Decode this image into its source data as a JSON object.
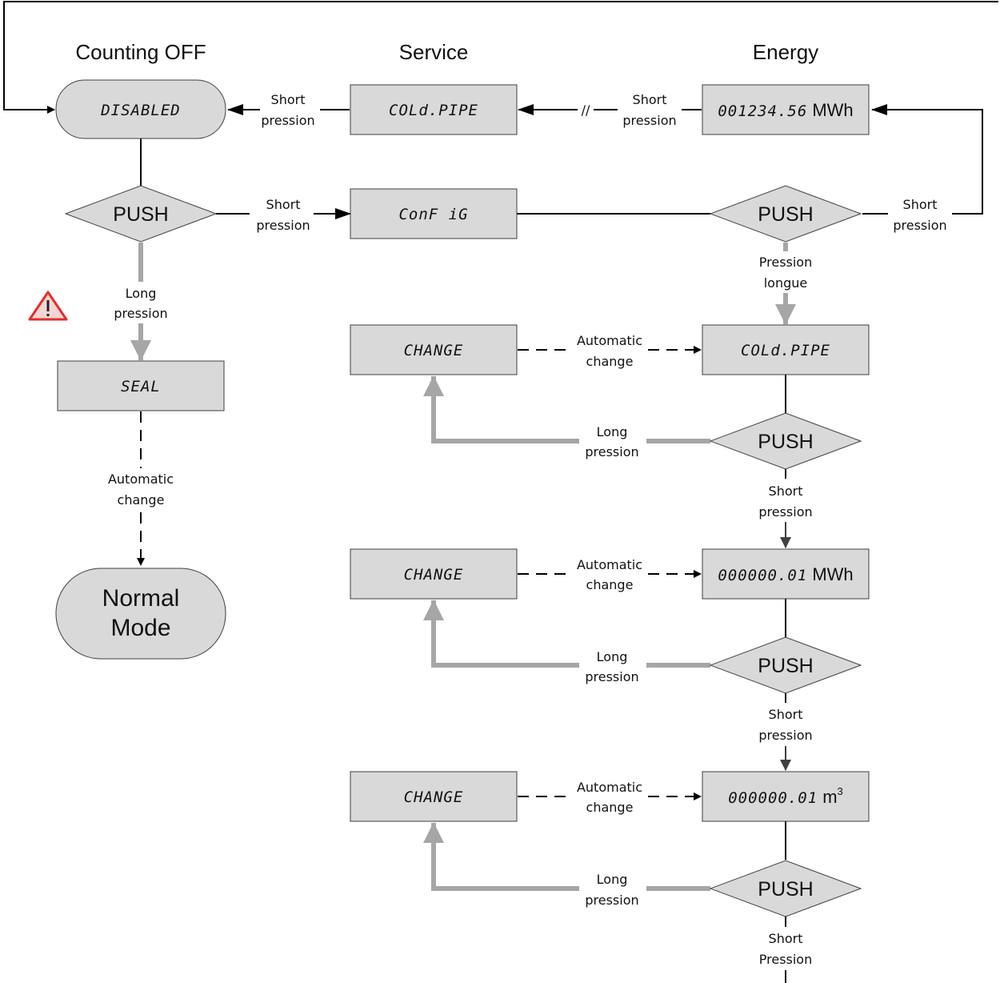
{
  "headers": {
    "counting_off": "Counting OFF",
    "service": "Service",
    "energy": "Energy"
  },
  "states": {
    "disabled": "DISABLED",
    "cold_pipe_service": "COLd.PIPE",
    "energy_value": "001234.56",
    "energy_unit": "MWh",
    "config": "ConF iG",
    "seal": "SEAL",
    "normal_mode_line1": "Normal",
    "normal_mode_line2": "Mode",
    "change_1": "CHANGE",
    "cold_pipe_config": "COLd.PIPE",
    "change_2": "CHANGE",
    "energy_res_value": "000000.01",
    "energy_res_unit": "MWh",
    "change_3": "CHANGE",
    "volume_res_value": "000000.01",
    "volume_res_unit": "m",
    "volume_res_sup": "3"
  },
  "decisions": {
    "push": "PUSH"
  },
  "labels": {
    "short": "Short",
    "short_cap_pression": "Pression",
    "pression": "pression",
    "long": "Long",
    "automatic": "Automatic",
    "change": "change",
    "pression_cap": "Pression",
    "longue": "longue",
    "break_mark": "//"
  },
  "icons": {
    "warning": "warning-triangle-icon"
  },
  "colors": {
    "box_fill": "#d9d9d9",
    "long_path": "#a6a6a6",
    "warning_red": "#e0302a"
  }
}
